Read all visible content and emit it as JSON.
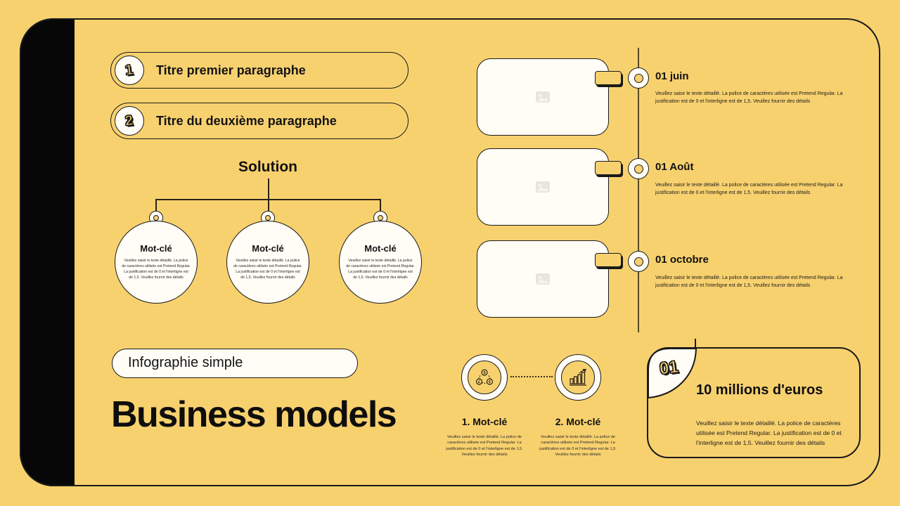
{
  "colors": {
    "background": "#F8D16F",
    "ink": "#1A1A1A",
    "spine_black": "#070707",
    "card_white": "#FFFDF6",
    "timeline_line": "#5A4A22"
  },
  "icons": {
    "keyword_1": "currency-exchange-icon",
    "keyword_2": "growth-chart-icon",
    "timeline_card_media": "image-placeholder-icon"
  },
  "paragraphs": {
    "items": [
      {
        "number": "1",
        "title": "Titre premier paragraphe"
      },
      {
        "number": "2",
        "title": "Titre du deuxième paragraphe"
      }
    ]
  },
  "solution": {
    "title": "Solution",
    "nodes": [
      {
        "title": "Mot-clé",
        "body": "Veuillez saisir le texte détaillé. La police de caractères utilisée est Pretend Regular. La justification est de 0 et l'interligne est de 1,5. Veuillez fournir des détails"
      },
      {
        "title": "Mot-clé",
        "body": "Veuillez saisir le texte détaillé. La police de caractères utilisée est Pretend Regular. La justification est de 0 et l'interligne est de 1,5. Veuillez fournir des détails"
      },
      {
        "title": "Mot-clé",
        "body": "Veuillez saisir le texte détaillé. La police de caractères utilisée est Pretend Regular. La justification est de 0 et l'interligne est de 1,5. Veuillez fournir des détails"
      }
    ]
  },
  "timeline": {
    "events": [
      {
        "date": "01 juin",
        "body": "Veuillez saisir le texte détaillé. La police de caractères utilisée est Pretend Regular. La justification est de 0 et l'interligne est de 1,5. Veuillez fournir des détails"
      },
      {
        "date": "01 Août",
        "body": "Veuillez saisir le texte détaillé. La police de caractères utilisée est Pretend Regular. La justification est de 0 et l'interligne est de 1,5. Veuillez fournir des détails"
      },
      {
        "date": "01 octobre",
        "body": "Veuillez saisir le texte détaillé. La police de caractères utilisée est Pretend Regular. La justification est de 0 et l'interligne est de 1,5. Veuillez fournir des détails"
      }
    ]
  },
  "footer": {
    "tag": "Infographie simple",
    "title": "Business models"
  },
  "keywords": {
    "items": [
      {
        "label": "1. Mot-clé",
        "body": "Veuillez saisir le texte détaillé. La police de caractères utilisée est Pretend Regular. La justification est de 0 et l'interligne est de 1,5. Veuillez fournir des détails"
      },
      {
        "label": "2. Mot-clé",
        "body": "Veuillez saisir le texte détaillé. La police de caractères utilisée est Pretend Regular. La justification est de 0 et l'interligne est de 1,5. Veuillez fournir des détails"
      }
    ]
  },
  "highlight": {
    "number": "01",
    "title": "10 millions d'euros",
    "body": "Veuillez saisir le texte détaillé. La police de caractères utilisée est Pretend Regular. La justification est de 0 et l'interligne est de 1,5. Veuillez fournir des détails"
  }
}
